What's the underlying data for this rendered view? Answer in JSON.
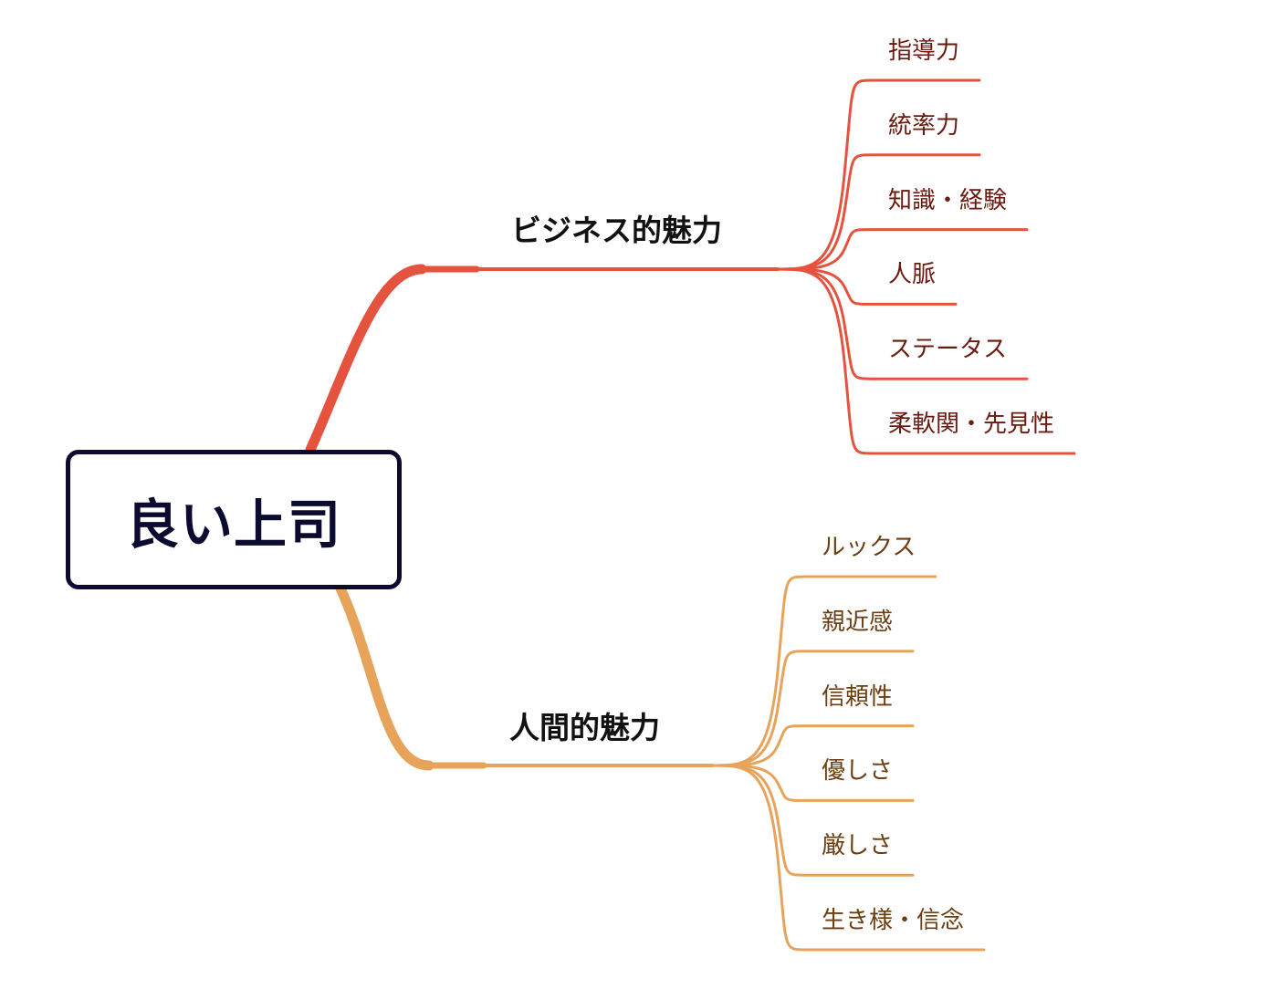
{
  "root": {
    "label": "良い上司",
    "border_color": "#0c0a2e"
  },
  "branches": [
    {
      "label": "ビジネス的魅力",
      "color": "#e5533f",
      "text_color": "#6b1a10",
      "children": [
        "指導力",
        "統率力",
        "知識・経験",
        "人脈",
        "ステータス",
        "柔軟関・先見性"
      ]
    },
    {
      "label": "人間的魅力",
      "color": "#e8a35b",
      "text_color": "#6b3e12",
      "children": [
        "ルックス",
        "親近感",
        "信頼性",
        "優しさ",
        "厳しさ",
        "生き様・信念"
      ]
    }
  ]
}
